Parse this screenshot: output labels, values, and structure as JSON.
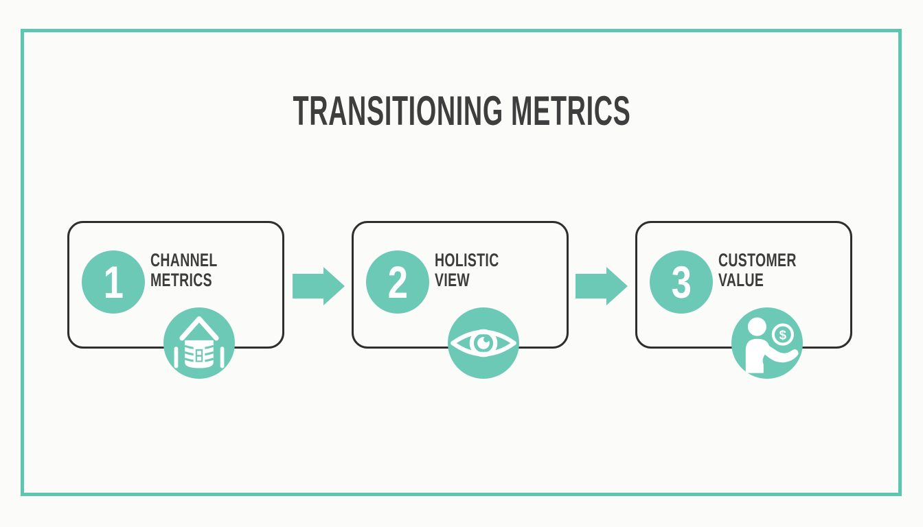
{
  "title": "TRANSITIONING METRICS",
  "steps": [
    {
      "number": "1",
      "label_line1": "CHANNEL",
      "label_line2": "METRICS",
      "icon": "silo-icon"
    },
    {
      "number": "2",
      "label_line1": "HOLISTIC",
      "label_line2": "VIEW",
      "icon": "eye-icon"
    },
    {
      "number": "3",
      "label_line1": "CUSTOMER",
      "label_line2": "VALUE",
      "icon": "person-coin-icon"
    }
  ],
  "colors": {
    "accent_teal": "#6cc9b6",
    "frame_border": "#5ec5b0",
    "card_border": "#2e2e2e",
    "heading_text": "#3e3e3e",
    "label_text": "#3c3c3c",
    "icon_foreground": "#ffffff",
    "background": "#fbfbfa"
  }
}
